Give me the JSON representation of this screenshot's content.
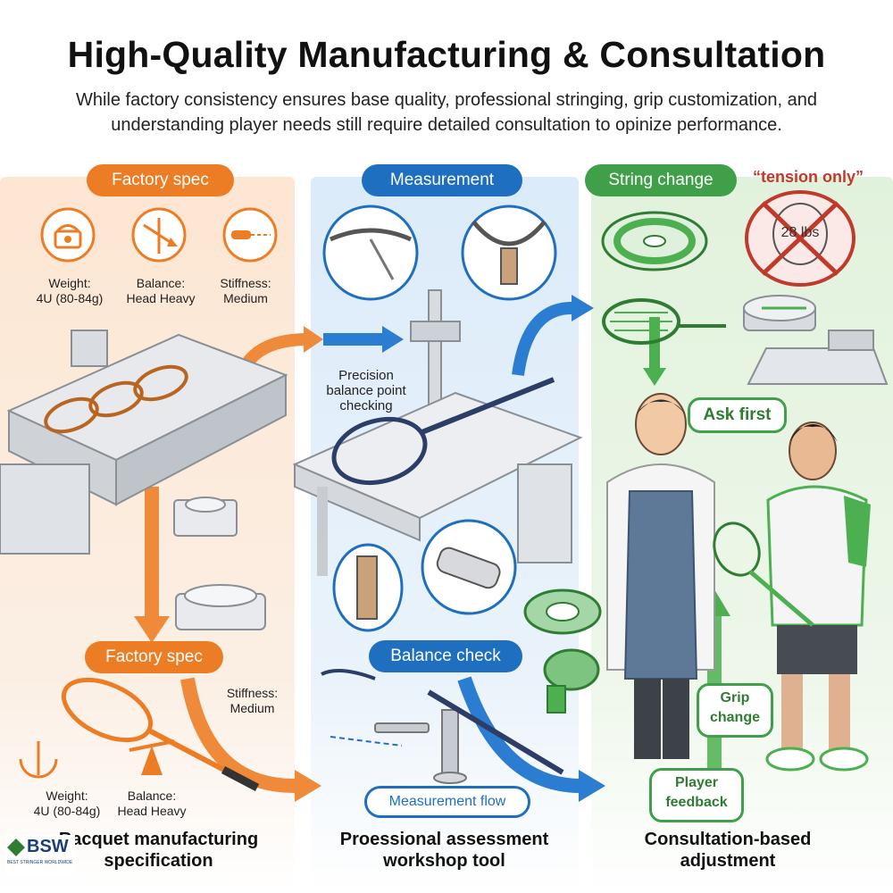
{
  "header": {
    "title": "High-Quality Manufacturing & Consultation",
    "subtitle": "While factory consistency ensures base quality, professional stringing, grip customization, and understanding player needs still require detailed consultation to opinize performance."
  },
  "panel_factory": {
    "pill_top": "Factory spec",
    "weight_label": "Weight:\n4U (80-84g)",
    "balance_label": "Balance:\nHead Heavy",
    "stiffness_label": "Stiffness:\nMedium",
    "pill_mid": "Factory spec",
    "stiffness_label_2": "Stiffness:\nMedium",
    "weight_label_2": "Weight:\n4U (80-84g)",
    "balance_label_2": "Balance:\nHead Heavy",
    "bottom_caption": "Racquet manufacturing\nspecification"
  },
  "panel_measurement": {
    "pill_top": "Measurement",
    "precision_label": "Precision\nbalance point\nchecking",
    "pill_mid": "Balance check",
    "flow_label": "Measurement flow",
    "bottom_caption": "Proessional assessment\nworkshop tool"
  },
  "panel_consult": {
    "pill_top": "String change",
    "tension_quote": "“tension only”",
    "tension_value": "28 lbs",
    "ask_first": "Ask first",
    "grip_change": "Grip\nchange",
    "player_feedback": "Player\nfeedback",
    "bottom_caption": "Consultation-based\nadjustment"
  },
  "logo": {
    "text": "BSW",
    "tagline": "BEST STRINGER WORLDWIDE"
  },
  "colors": {
    "orange": "#ec7d25",
    "blue": "#1f6fc0",
    "green": "#3fa049",
    "red": "#c0392b"
  }
}
